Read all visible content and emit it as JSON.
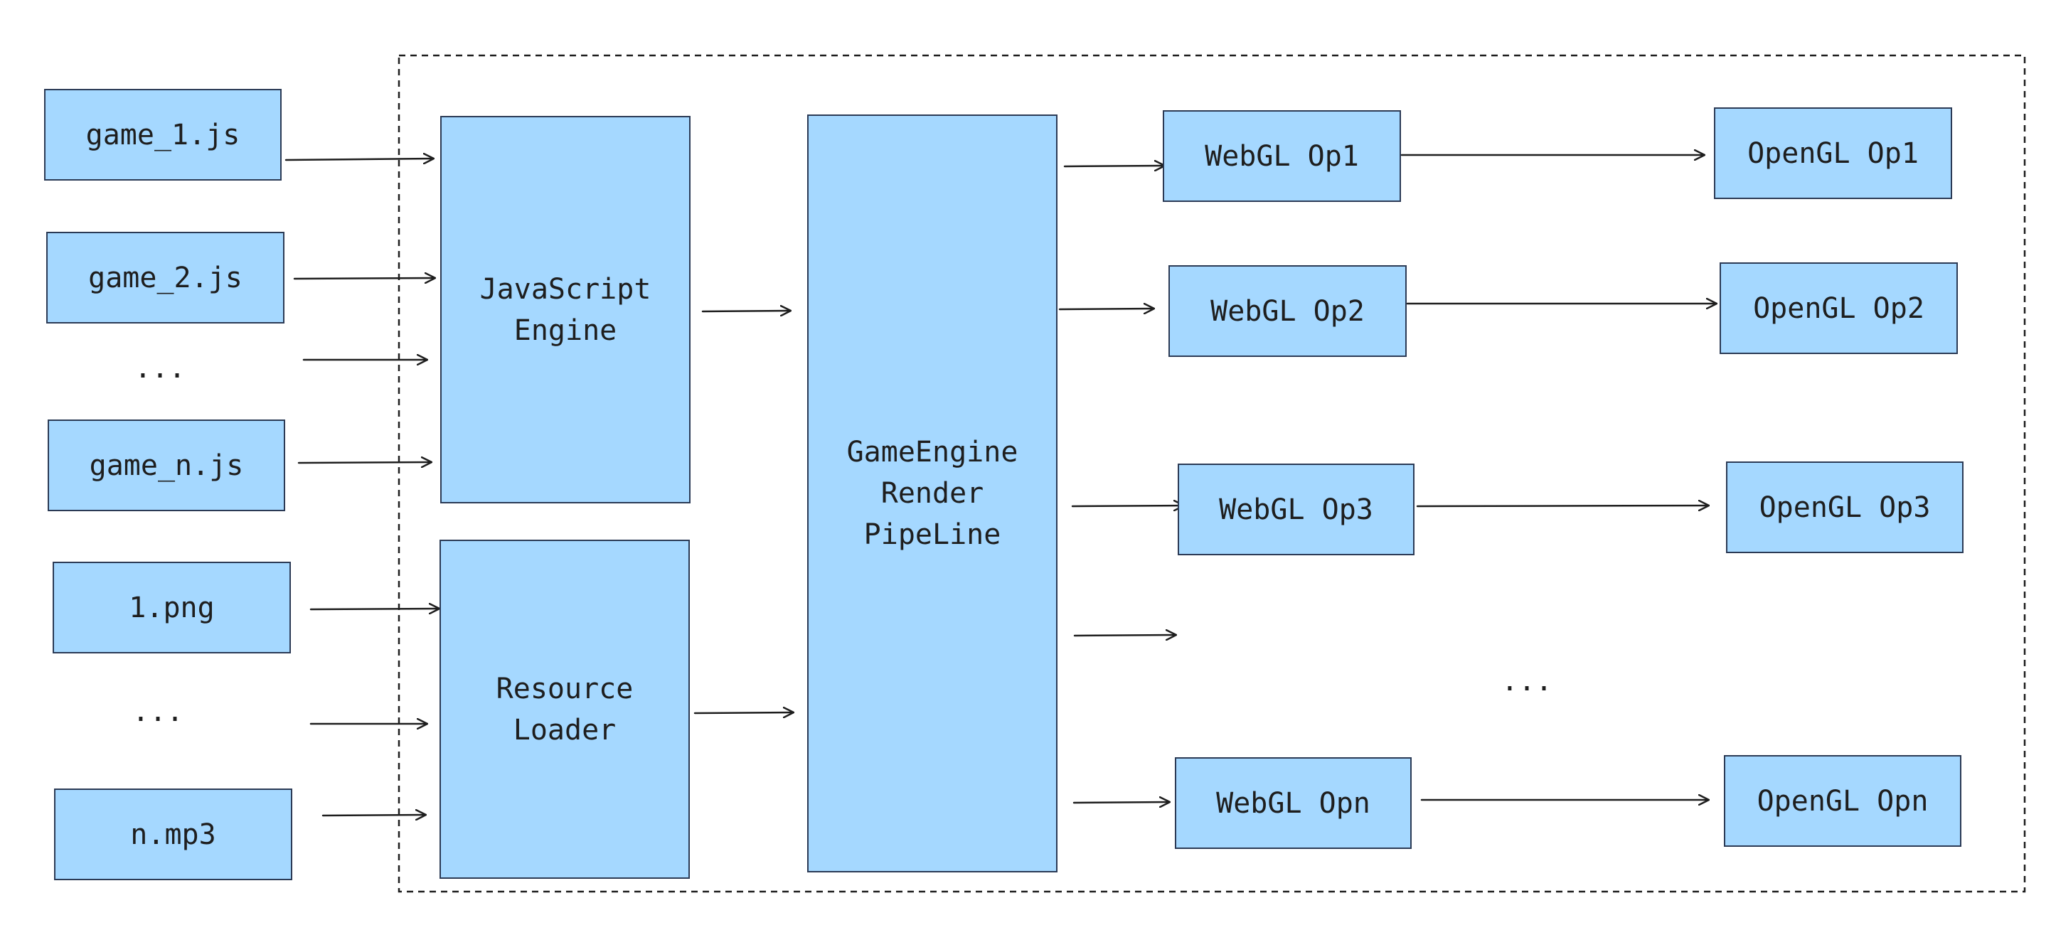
{
  "inputs": {
    "js1": "game_1.js",
    "js2": "game_2.js",
    "ellipsis_js": "...",
    "jsn": "game_n.js",
    "png1": "1.png",
    "ellipsis_res": "...",
    "mp3n": "n.mp3"
  },
  "core": {
    "js_engine": "JavaScript\nEngine",
    "resource_loader": "Resource\nLoader",
    "render_pipeline": "GameEngine\nRender\nPipeLine"
  },
  "webgl": [
    "WebGL Op1",
    "WebGL Op2",
    "WebGL Op3",
    "WebGL Opn"
  ],
  "opengl": [
    "OpenGL Op1",
    "OpenGL Op2",
    "OpenGL Op3",
    "OpenGL Opn"
  ],
  "ellipsis_ops": "...",
  "colors": {
    "node_fill": "#a5d8ff",
    "stroke": "#1e1e1e"
  }
}
